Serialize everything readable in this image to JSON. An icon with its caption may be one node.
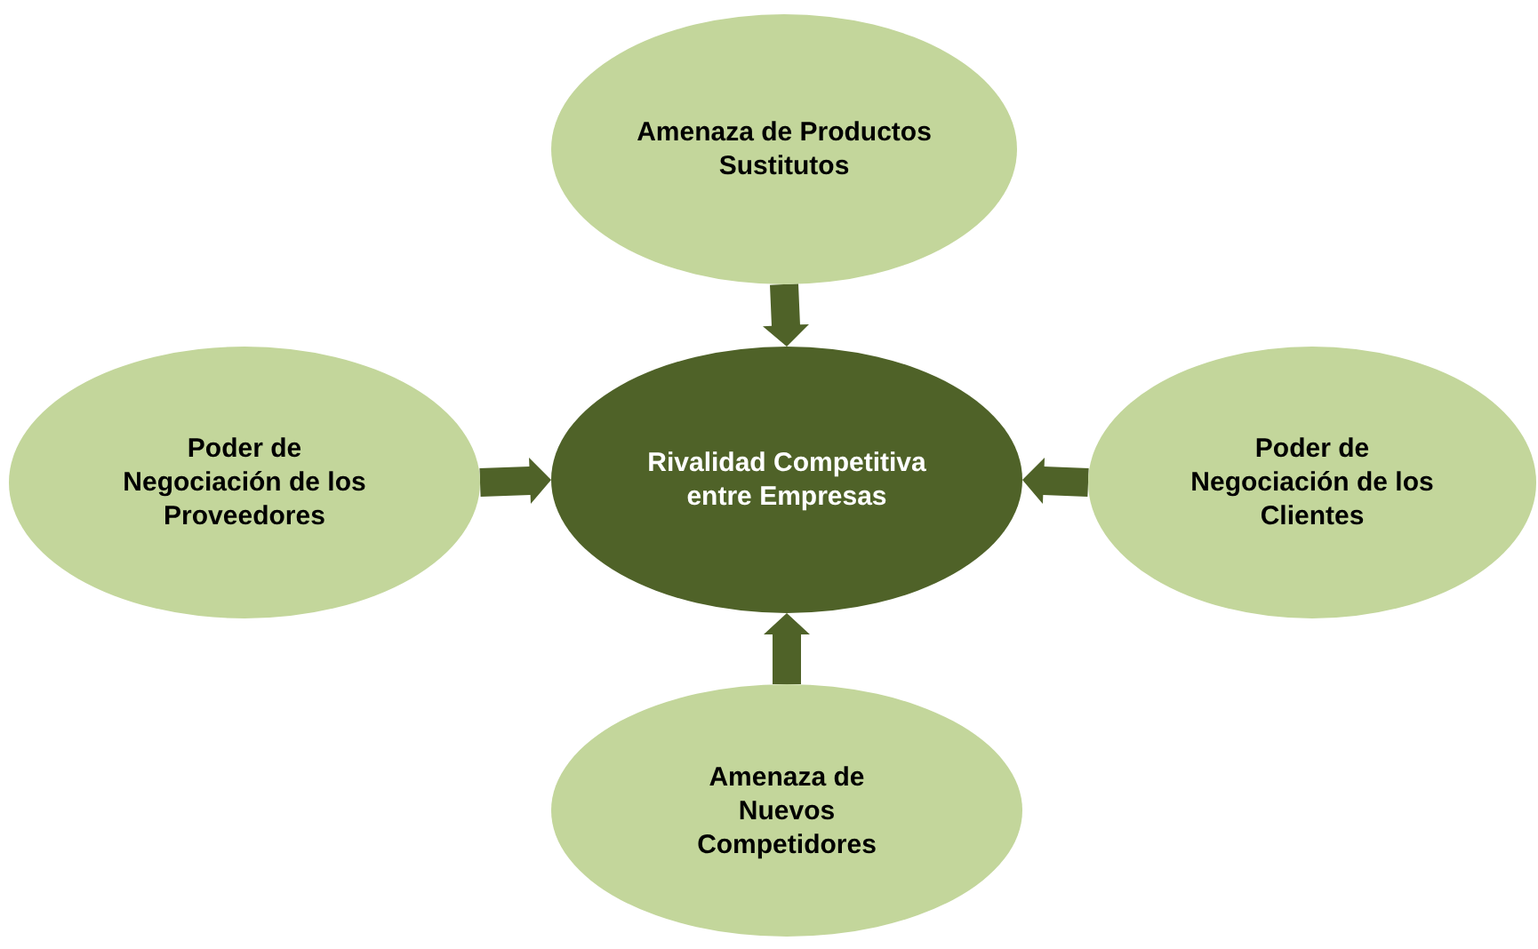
{
  "diagram": {
    "nodes": [
      {
        "text": [
          "Amenaza de Productos Sustitutos"
        ]
      },
      {
        "text": [
          "Poder de Negociación de los Proveedores"
        ]
      },
      {
        "text": [
          "Rivalidad Competitiva entre Empresas"
        ]
      },
      {
        "text": [
          "Poder de Negociación de los Clientes"
        ]
      },
      {
        "text": [
          "Amenaza de Nuevos Competidores"
        ]
      }
    ],
    "edges": [
      {
        "from": 0,
        "to": 2,
        "arrow": "to"
      },
      {
        "from": 1,
        "to": 2,
        "arrow": "to"
      },
      {
        "from": 3,
        "to": 2,
        "arrow": "to"
      },
      {
        "from": 4,
        "to": 2,
        "arrow": "to"
      }
    ]
  }
}
